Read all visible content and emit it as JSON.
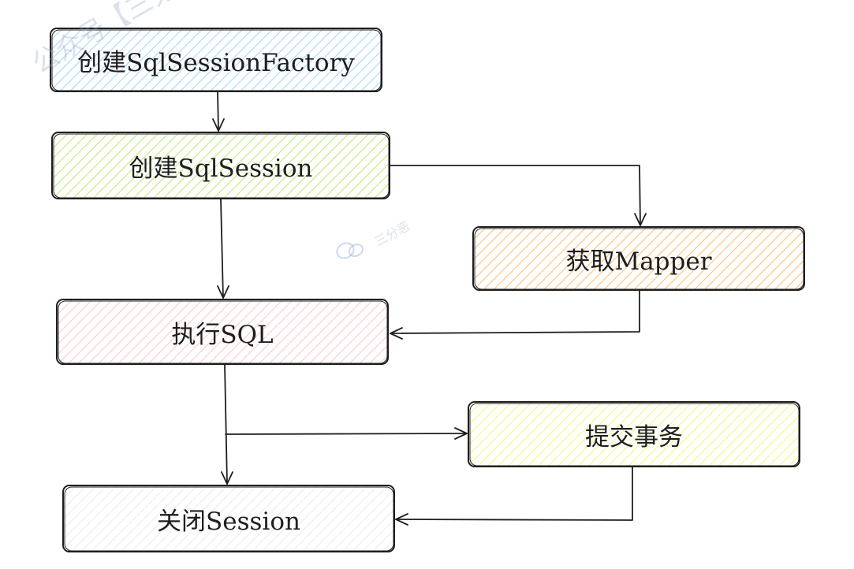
{
  "nodes": {
    "factory": {
      "label": "创建SqlSessionFactory",
      "fill": "#a5d8ff"
    },
    "session": {
      "label": "创建SqlSession",
      "fill": "#c0eb75"
    },
    "mapper": {
      "label": "获取Mapper",
      "fill": "#ffc078"
    },
    "sql": {
      "label": "执行SQL",
      "fill": "#ffc9c9"
    },
    "commit": {
      "label": "提交事务",
      "fill": "#f5f77a"
    },
    "close": {
      "label": "关闭Session",
      "fill": "#e9ecef"
    }
  },
  "watermark": {
    "top_text": "公众号【三分恶】出品",
    "center_text": "三分恶"
  }
}
